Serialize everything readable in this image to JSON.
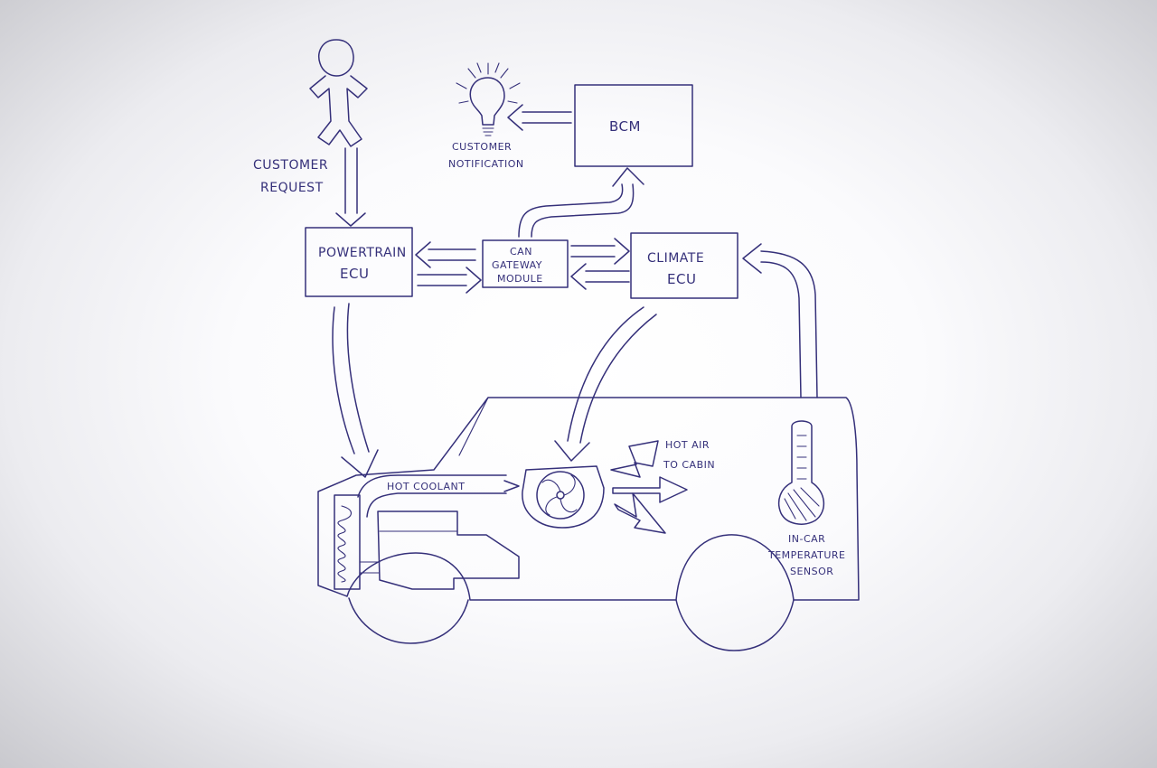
{
  "labels": {
    "customer_request": [
      "CUSTOMER",
      "REQUEST"
    ],
    "customer_notification": [
      "CUSTOMER",
      "NOTIFICATION"
    ],
    "bcm": "BCM",
    "powertrain": [
      "POWERTRAIN",
      "ECU"
    ],
    "can_gateway": [
      "CAN",
      "GATEWAY",
      "MODULE"
    ],
    "climate": [
      "CLIMATE",
      "ECU"
    ],
    "hot_coolant": "HOT COOLANT",
    "hot_air": [
      "HOT AIR",
      "TO CABIN"
    ],
    "in_car_sensor": [
      "IN-CAR",
      "TEMPERATURE",
      "SENSOR"
    ]
  },
  "colors": {
    "ink": "#35307a"
  }
}
